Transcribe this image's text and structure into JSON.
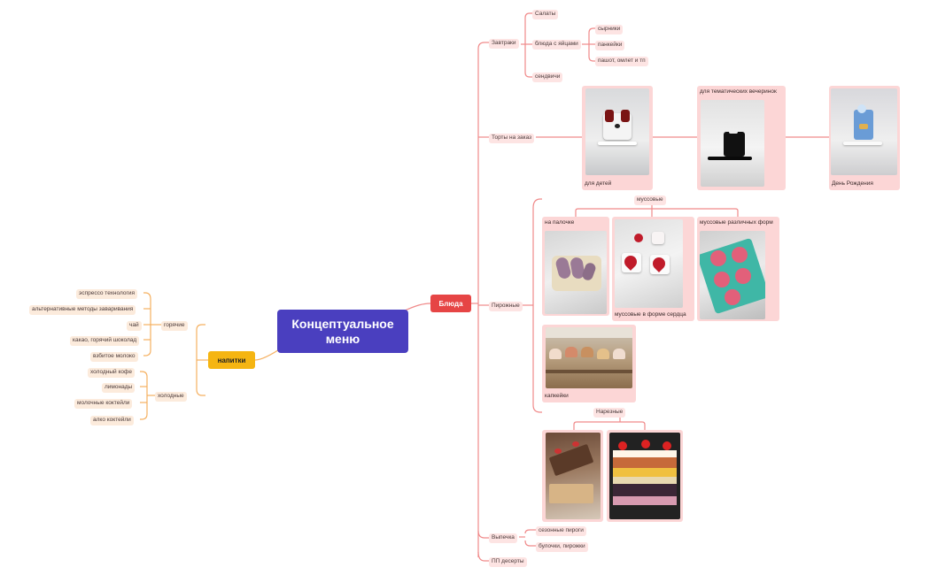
{
  "root": "Концептуальное\nменю",
  "dishes_label": "Блюда",
  "drinks_label": "напитки",
  "dishes": {
    "breakfast": "Завтраки",
    "salads": "Салаты",
    "eggs": "блюда с яйцами",
    "syrniki": "сырники",
    "pancakes": "панкейки",
    "omelet": "пашот, омлет и тп",
    "sandwiches": "сендвичи",
    "cakes": "Торты на заказ",
    "kids": "для детей",
    "themed": "для тематических вечеринок",
    "birthday": "День Рождения",
    "pastries": "Пирожные",
    "mousse": "муссовые",
    "on_stick": "на палочке",
    "heart": "муссовые в форме сердца",
    "shapes": "муссовые различных форм",
    "cupcakes": "капкейки",
    "sliced": "Нарезные",
    "baking": "Выпечка",
    "seasonal": "сезонные пироги",
    "buns": "булочки, пирожки",
    "pp": "ПП десерты"
  },
  "drinks": {
    "hot": "горячие",
    "espresso": "эспрессо технология",
    "alt": "альтернативные методы заваривания",
    "tea": "чай",
    "cocoa": "какао, горячий шоколад",
    "whipped": "взбитое молоко",
    "cold": "холодные",
    "cold_coffee": "холодный кофе",
    "lemonades": "лимонады",
    "milkshakes": "молочные коктейли",
    "alco": "алко коктейли"
  },
  "colors": {
    "root": "#4a3fbf",
    "dishes": "#e64545",
    "drinks": "#f5b512",
    "dish_line": "#f08a8a",
    "drink_line": "#f5b060",
    "node_pink": "#fde4e3",
    "node_peach": "#fcebdc",
    "card": "#fcd6d6"
  }
}
